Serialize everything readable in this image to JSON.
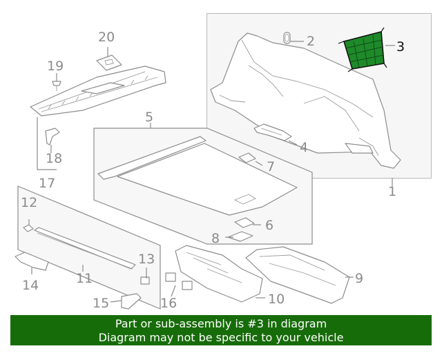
{
  "callouts": {
    "c1": "1",
    "c2": "2",
    "c3": "3",
    "c4": "4",
    "c5": "5",
    "c6": "6",
    "c7": "7",
    "c8": "8",
    "c9": "9",
    "c10": "10",
    "c11": "11",
    "c12": "12",
    "c13": "13",
    "c14": "14",
    "c15": "15",
    "c16": "16",
    "c17": "17",
    "c18": "18",
    "c19": "19",
    "c20": "20"
  },
  "highlighted_part": "3",
  "banner": {
    "line1": "Part or sub-assembly is #3 in diagram",
    "line2": "Diagram may not be specific to your vehicle"
  },
  "colors": {
    "banner_bg": "#176c0a",
    "highlight_net": "#1e8a2a",
    "line_gray": "#8c8c8c"
  }
}
